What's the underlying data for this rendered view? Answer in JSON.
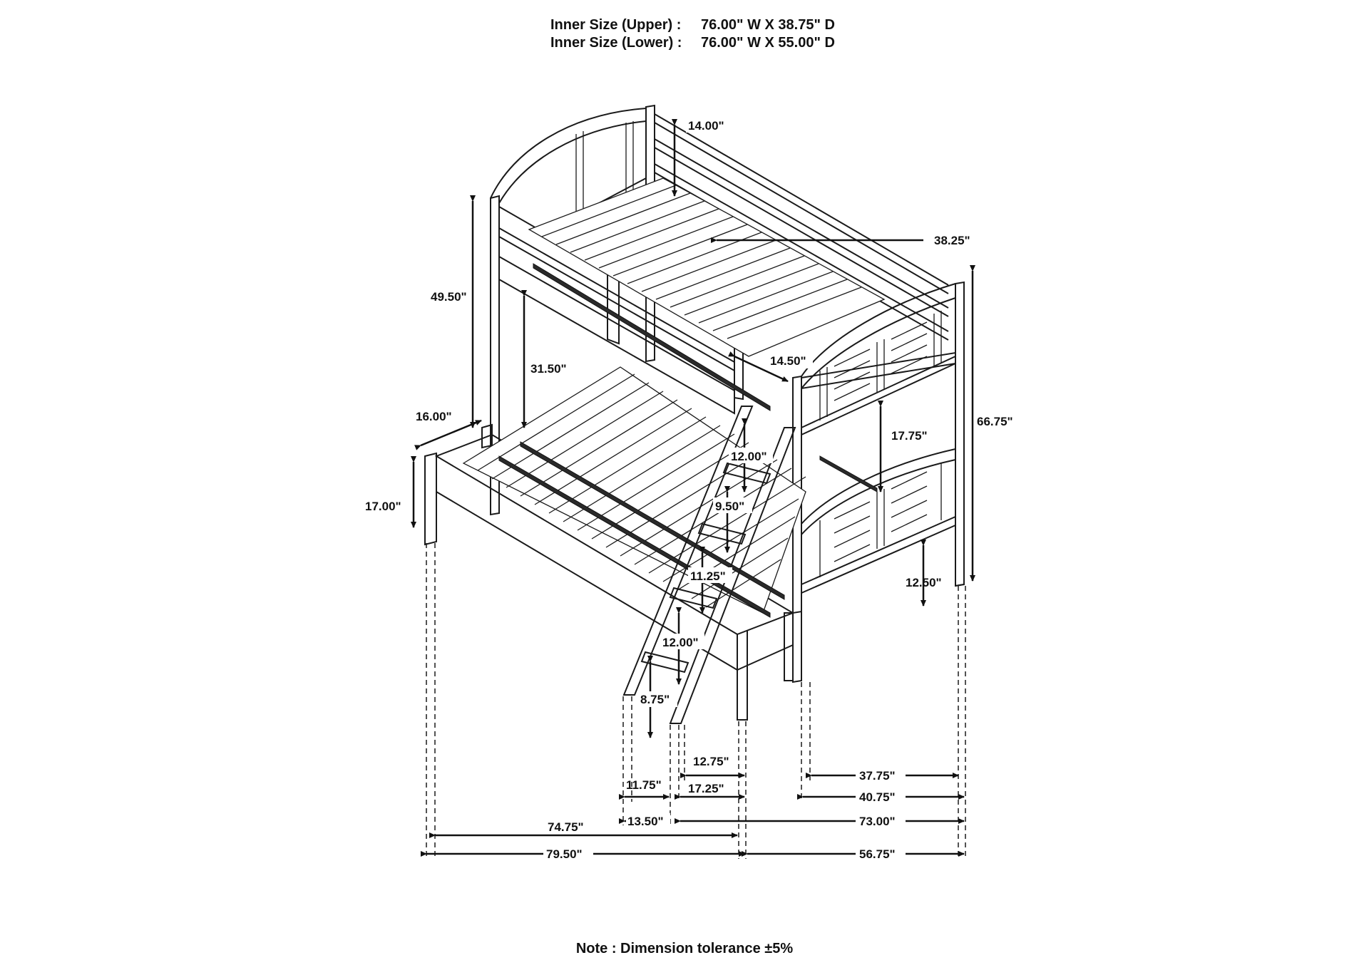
{
  "header": {
    "upper_label": "Inner Size (Upper) :",
    "upper_value": "76.00\" W X 38.75\" D",
    "lower_label": "Inner Size (Lower) :",
    "lower_value": "76.00\" W X 55.00\" D"
  },
  "dimensions": {
    "d_14_00": "14.00\"",
    "d_38_25": "38.25\"",
    "d_49_50": "49.50\"",
    "d_31_50": "31.50\"",
    "d_14_50": "14.50\"",
    "d_66_75": "66.75\"",
    "d_16_00": "16.00\"",
    "d_17_75": "17.75\"",
    "d_12_00_top": "12.00\"",
    "d_17_00": "17.00\"",
    "d_9_50": "9.50\"",
    "d_11_25": "11.25\"",
    "d_12_50": "12.50\"",
    "d_12_00_low": "12.00\"",
    "d_8_75": "8.75\"",
    "d_12_75": "12.75\"",
    "d_37_75": "37.75\"",
    "d_11_75": "11.75\"",
    "d_17_25": "17.25\"",
    "d_40_75": "40.75\"",
    "d_13_50": "13.50\"",
    "d_73_00": "73.00\"",
    "d_74_75": "74.75\"",
    "d_79_50": "79.50\"",
    "d_56_75": "56.75\""
  },
  "note": "Note : Dimension tolerance ±5%"
}
